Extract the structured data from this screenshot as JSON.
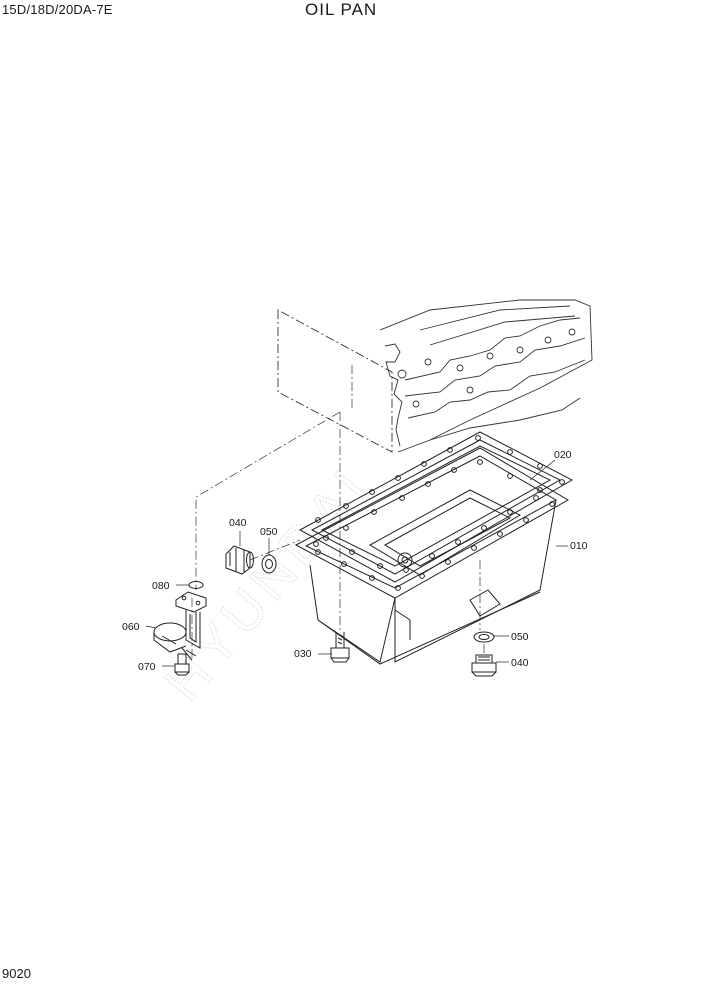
{
  "header": {
    "model_code": "15D/18D/20DA-7E",
    "title": "OIL PAN"
  },
  "footer": {
    "page_number": "9020"
  },
  "diagram": {
    "watermark": "HYUNDAI",
    "callouts": [
      {
        "id": "oil-pan",
        "label": "010"
      },
      {
        "id": "gasket",
        "label": "020"
      },
      {
        "id": "bolt",
        "label": "030"
      },
      {
        "id": "plug-side",
        "label": "040"
      },
      {
        "id": "washer-side",
        "label": "050"
      },
      {
        "id": "washer-bottom",
        "label": "050"
      },
      {
        "id": "plug-bottom",
        "label": "040"
      },
      {
        "id": "oil-strainer",
        "label": "060"
      },
      {
        "id": "strainer-bolt",
        "label": "070"
      },
      {
        "id": "o-ring",
        "label": "080"
      }
    ]
  }
}
